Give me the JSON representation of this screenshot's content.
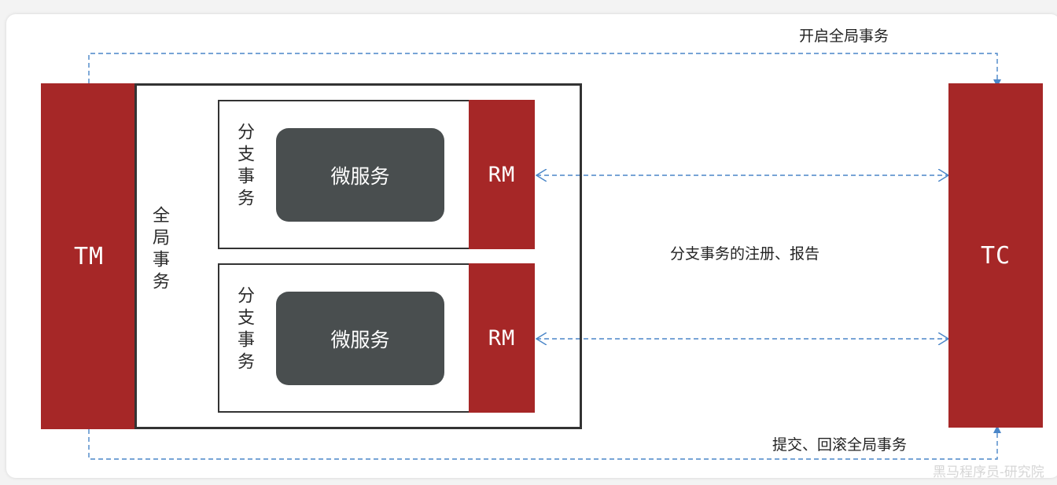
{
  "tm": {
    "label": "TM"
  },
  "tc": {
    "label": "TC"
  },
  "global_transaction_label": "全局事务",
  "branches": [
    {
      "branch_label": "分支事务",
      "service_label": "微服务",
      "rm_label": "RM"
    },
    {
      "branch_label": "分支事务",
      "service_label": "微服务",
      "rm_label": "RM"
    }
  ],
  "arrows": {
    "start_global": "开启全局事务",
    "register_report": "分支事务的注册、报告",
    "commit_rollback": "提交、回滚全局事务"
  },
  "colors": {
    "red": "#a62727",
    "service": "#494e4f",
    "dash": "#4a86c8"
  },
  "watermark": "黑马程序员-研究院"
}
